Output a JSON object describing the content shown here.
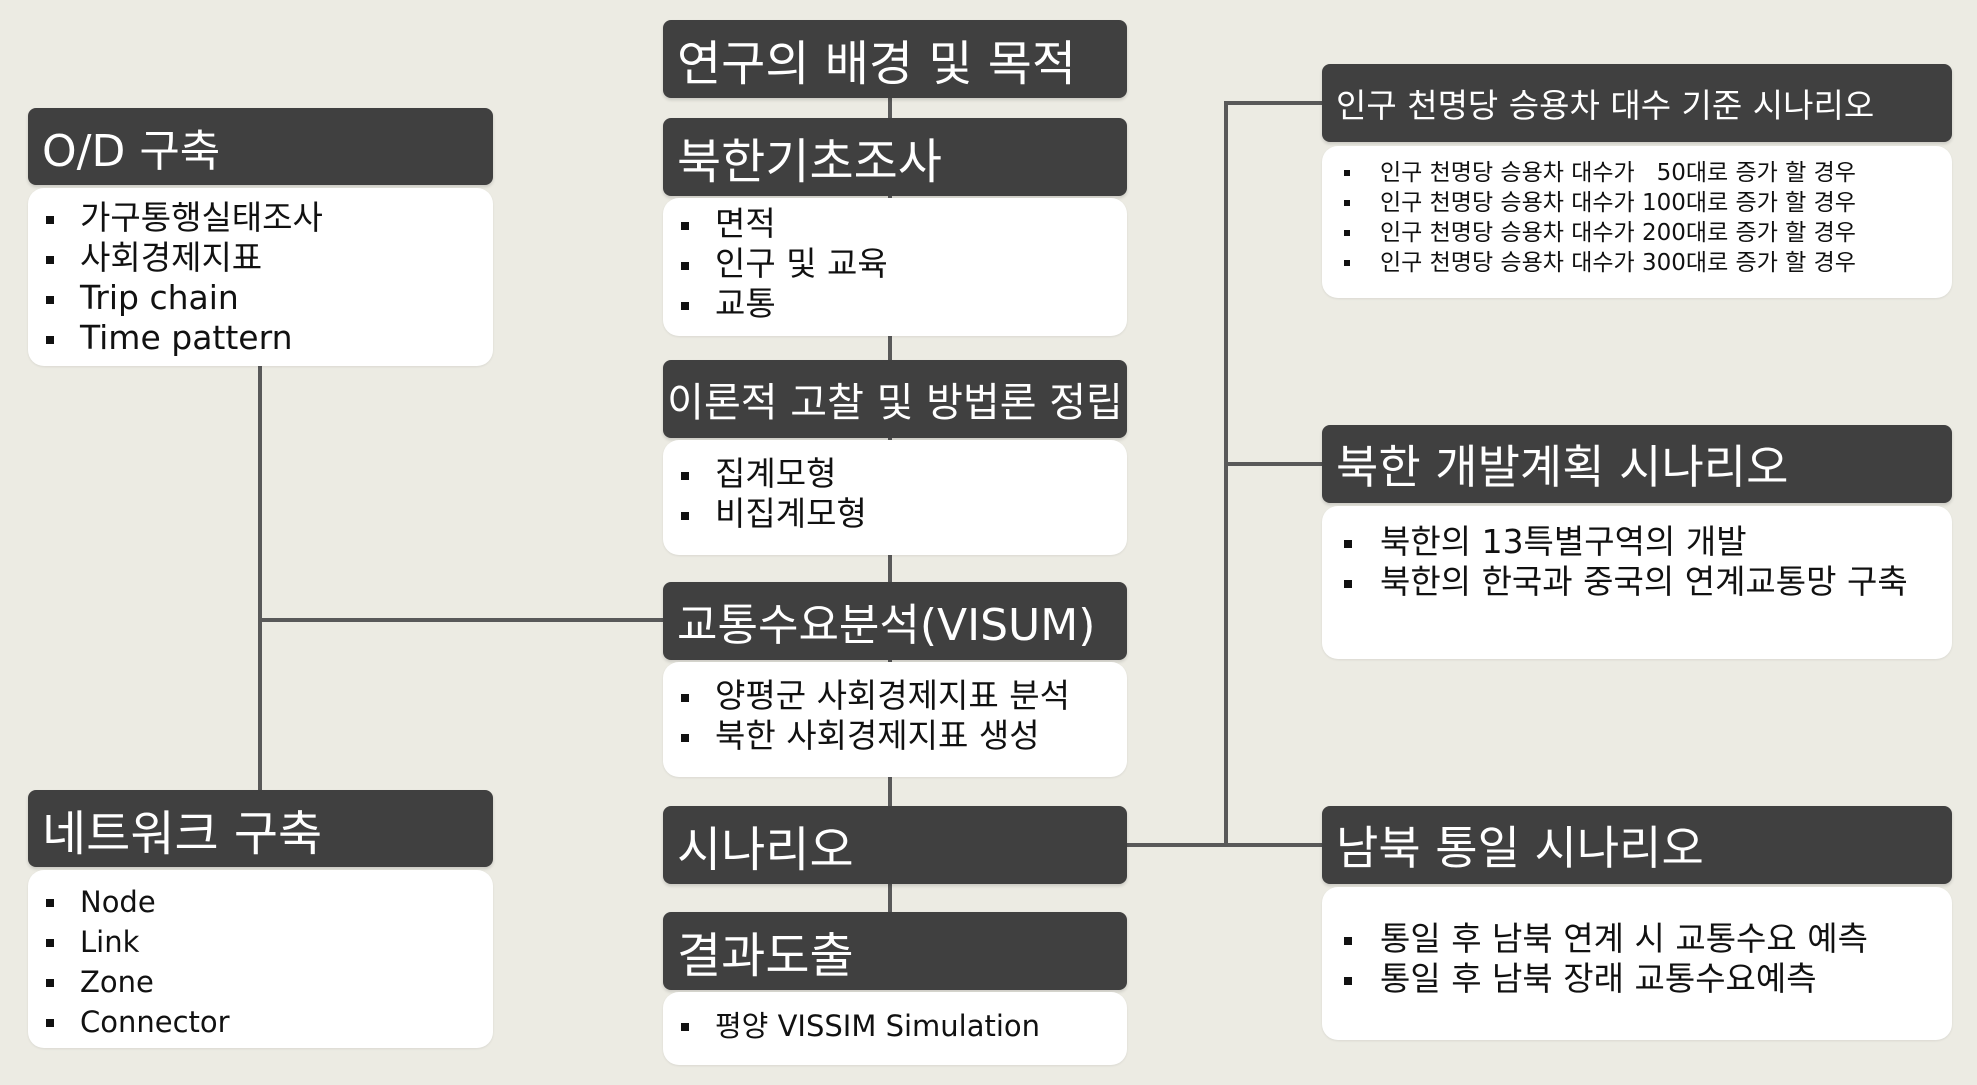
{
  "left": {
    "od": {
      "title": "O/D 구축",
      "items": [
        "가구통행실태조사",
        "사회경제지표",
        "Trip chain",
        "Time pattern"
      ]
    },
    "network": {
      "title": "네트워크 구축",
      "items": [
        "Node",
        "Link",
        "Zone",
        "Connector"
      ]
    }
  },
  "center": {
    "background": {
      "title": "연구의 배경 및 목적"
    },
    "nk_survey": {
      "title": "북한기초조사",
      "items": [
        "면적",
        "인구 및 교육",
        "교통"
      ]
    },
    "theory": {
      "title": "이론적 고찰 및 방법론 정립",
      "items": [
        "집계모형",
        "비집계모형"
      ]
    },
    "demand": {
      "title": "교통수요분석(VISUM)",
      "items": [
        "양평군 사회경제지표 분석",
        "북한 사회경제지표 생성"
      ]
    },
    "scenario": {
      "title": "시나리오"
    },
    "result": {
      "title": "결과도출",
      "items": [
        "평양 VISSIM Simulation"
      ]
    }
  },
  "right": {
    "car": {
      "title": "인구 천명당 승용차 대수 기준 시나리오",
      "items": [
        "인구 천명당 승용차 대수가   50대로 증가 할 경우",
        "인구 천명당 승용차 대수가 100대로 증가 할 경우",
        "인구 천명당 승용차 대수가 200대로 증가 할 경우",
        "인구 천명당 승용차 대수가 300대로 증가 할 경우"
      ]
    },
    "dev": {
      "title": "북한 개발계획 시나리오",
      "items": [
        "북한의 13특별구역의 개발",
        "북한의 한국과 중국의 연계교통망 구축"
      ]
    },
    "unification": {
      "title": "남북 통일 시나리오",
      "items": [
        "통일 후 남북 연계 시 교통수요 예측",
        "통일 후 남북 장래 교통수요예측"
      ]
    }
  },
  "colors": {
    "background": "#ecebe3",
    "header": "#404040",
    "box": "#ffffff",
    "connector": "#595959"
  }
}
